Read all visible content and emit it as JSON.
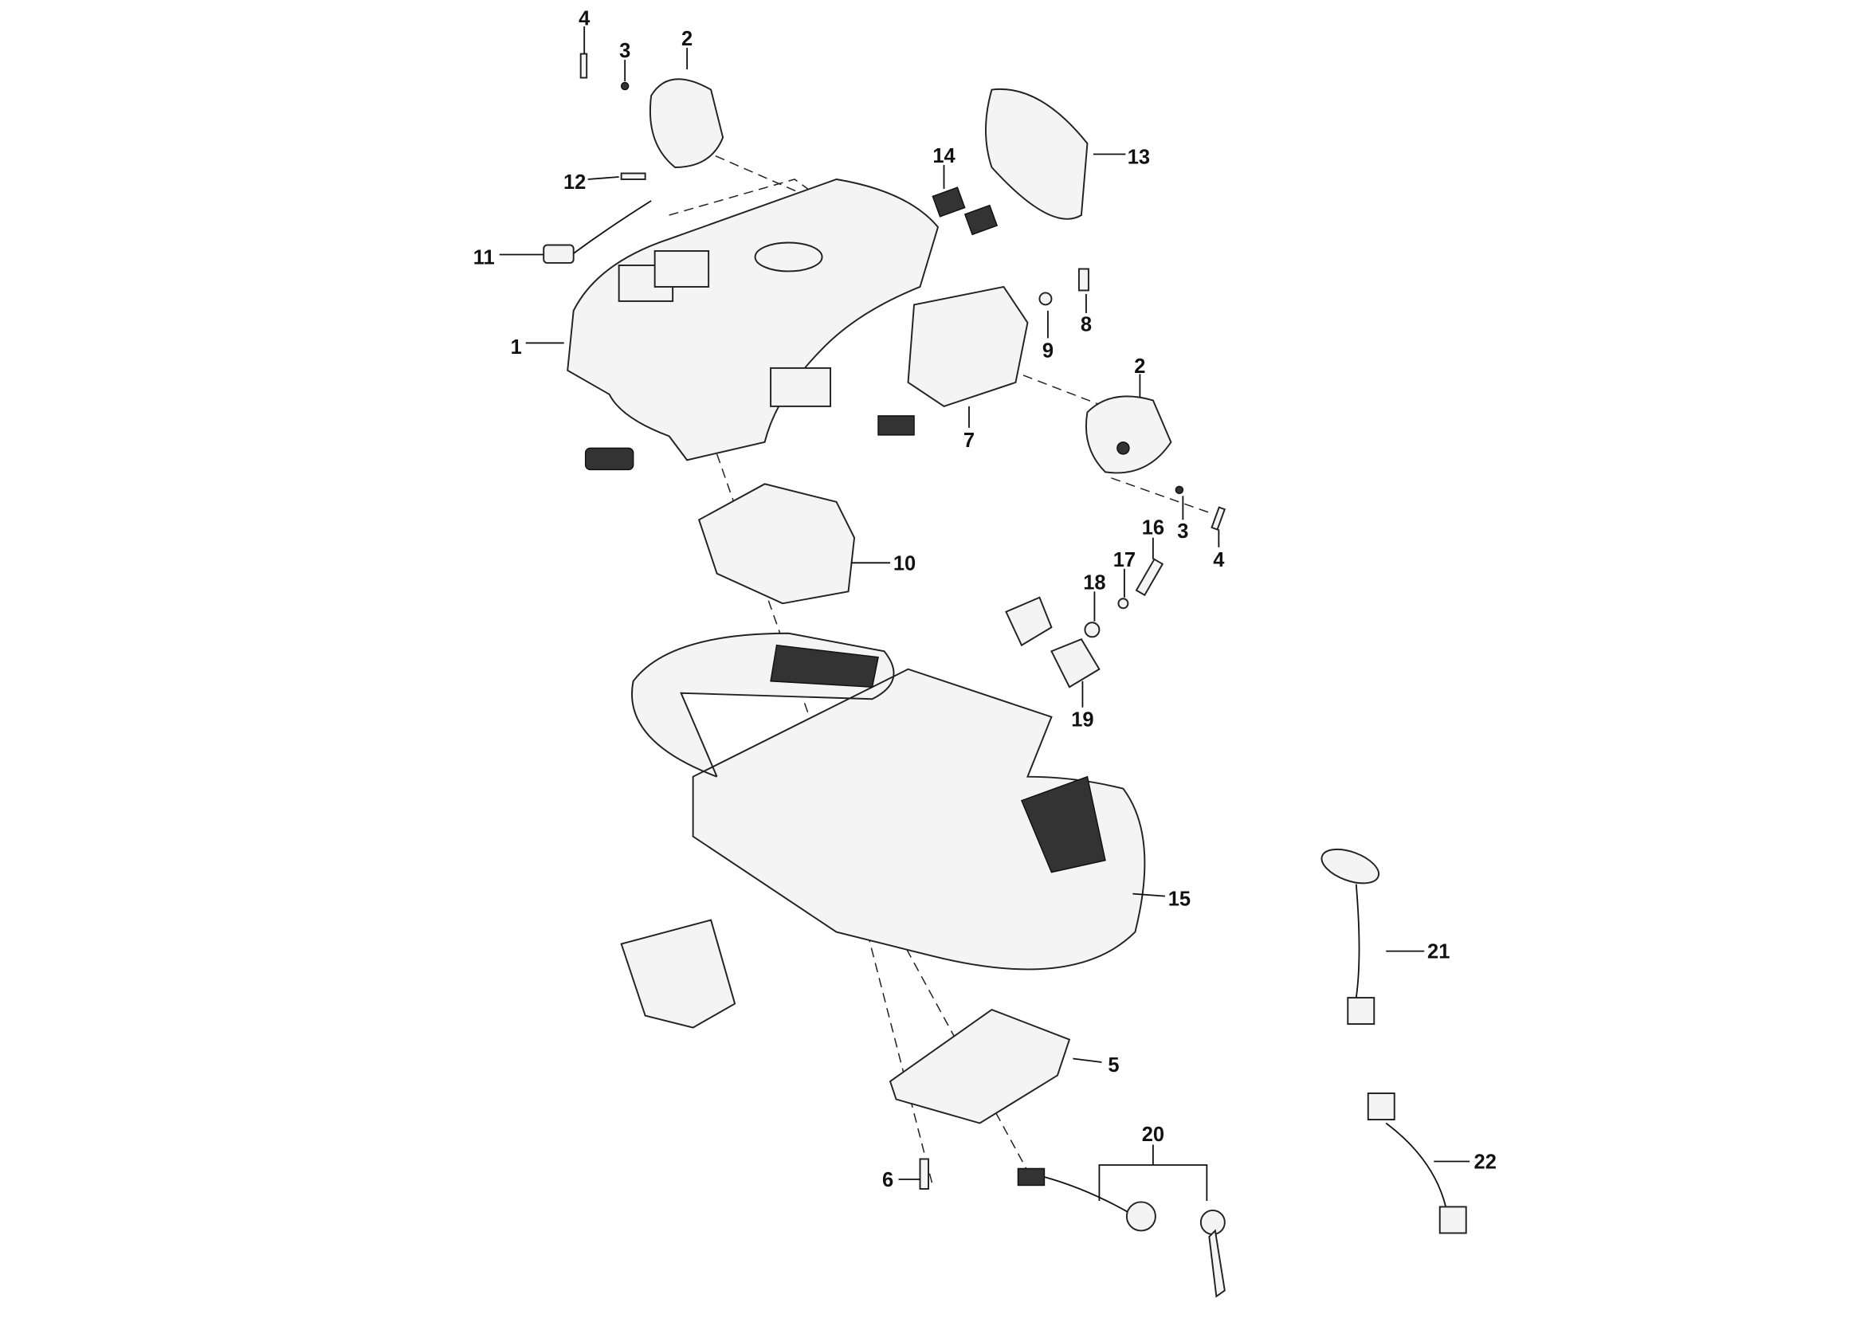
{
  "diagram": {
    "type": "exploded-parts-view",
    "callouts": [
      {
        "id": "c4a",
        "label": "4"
      },
      {
        "id": "c3a",
        "label": "3"
      },
      {
        "id": "c2a",
        "label": "2"
      },
      {
        "id": "c12",
        "label": "12"
      },
      {
        "id": "c11",
        "label": "11"
      },
      {
        "id": "c1",
        "label": "1"
      },
      {
        "id": "c14",
        "label": "14"
      },
      {
        "id": "c13",
        "label": "13"
      },
      {
        "id": "c8",
        "label": "8"
      },
      {
        "id": "c9",
        "label": "9"
      },
      {
        "id": "c2b",
        "label": "2"
      },
      {
        "id": "c7",
        "label": "7"
      },
      {
        "id": "c16",
        "label": "16"
      },
      {
        "id": "c3b",
        "label": "3"
      },
      {
        "id": "c4b",
        "label": "4"
      },
      {
        "id": "c17",
        "label": "17"
      },
      {
        "id": "c18",
        "label": "18"
      },
      {
        "id": "c10",
        "label": "10"
      },
      {
        "id": "c19",
        "label": "19"
      },
      {
        "id": "c15",
        "label": "15"
      },
      {
        "id": "c21",
        "label": "21"
      },
      {
        "id": "c5",
        "label": "5"
      },
      {
        "id": "c20",
        "label": "20"
      },
      {
        "id": "c22",
        "label": "22"
      },
      {
        "id": "c6",
        "label": "6"
      }
    ]
  }
}
